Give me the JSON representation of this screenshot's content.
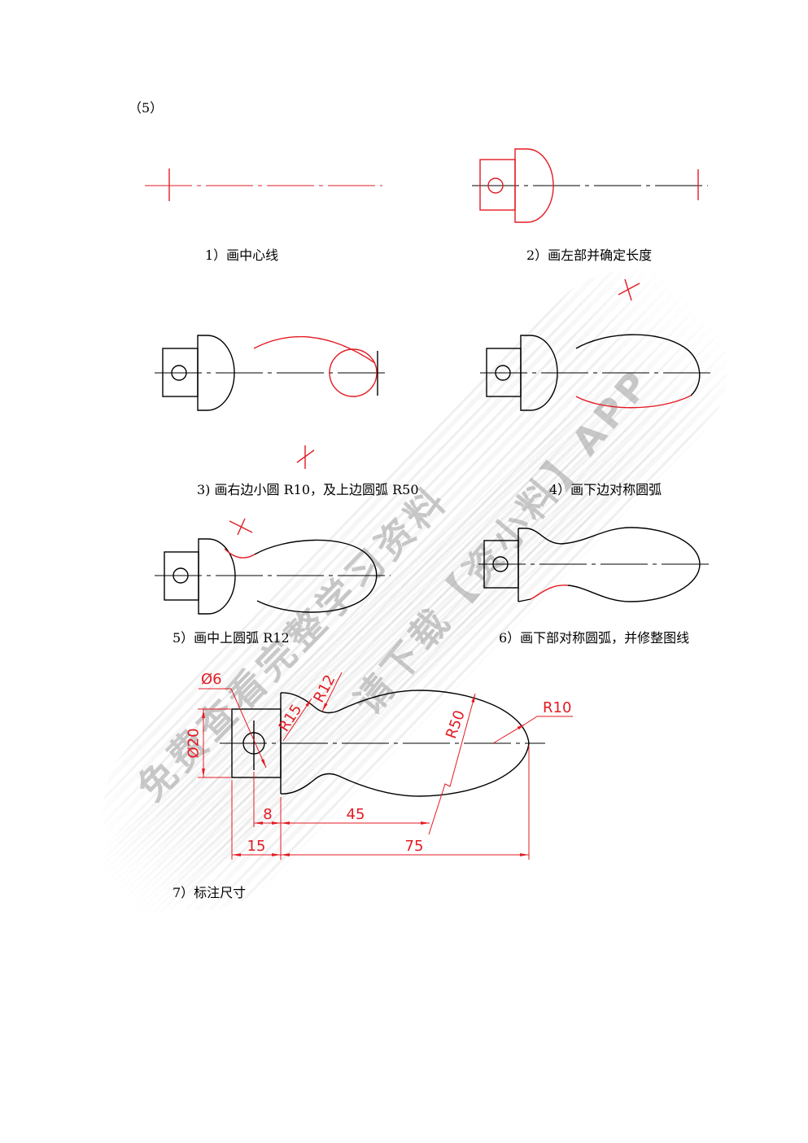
{
  "section_label": "（5）",
  "steps": [
    {
      "caption": "1）画中心线"
    },
    {
      "caption": "2）画左部并确定长度"
    },
    {
      "caption": "3) 画右边小圆 R10，及上边圆弧 R50"
    },
    {
      "caption": "4）画下边对称圆弧"
    },
    {
      "caption": "5）画中上圆弧 R12"
    },
    {
      "caption": "6）画下部对称圆弧，并修整图线"
    },
    {
      "caption": "7）标注尺寸"
    }
  ],
  "dimensions": {
    "hole_diameter": "Ø6",
    "left_end_diameter": "Ø20",
    "neck_radius": "R12",
    "shoulder_radius": "R15",
    "body_radius": "R50",
    "end_radius": "R10",
    "hole_position": "8",
    "body_arc_position": "45",
    "left_end_length": "15",
    "body_length": "75"
  },
  "watermark": {
    "line1": "免费查看完整学习资料",
    "line2": "请下载【资小料】APP"
  },
  "colors": {
    "construction_lines": "#e31b23",
    "finished_lines": "#000000",
    "watermark": "#a6a6a6"
  }
}
